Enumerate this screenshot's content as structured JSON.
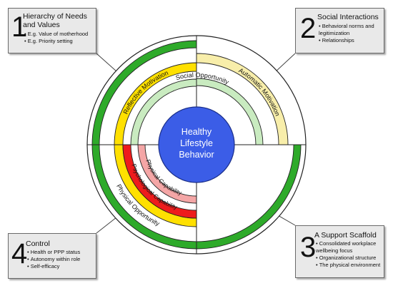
{
  "center": {
    "lines": [
      "Healthy",
      "Lifestyle",
      "Behavior"
    ]
  },
  "ring_labels": {
    "automatic_motivation": "Automatic Motivation",
    "social_opportunity": "Social Opportunity",
    "reflective_motivation": "Reflective Motivation",
    "physical_capability": "Physical Capability",
    "psychological_capability": "Psychological Capability",
    "physical_opportunity": "Physical Opportunity"
  },
  "boxes": {
    "box1": {
      "number": "1",
      "title": "Hierarchy of Needs and Values",
      "items": [
        "E.g. Value of motherhood",
        "E.g. Priority setting"
      ]
    },
    "box2": {
      "number": "2",
      "title": "Social Interactions",
      "items": [
        "Behavioral norms and legitimization",
        "Relationships"
      ]
    },
    "box3": {
      "number": "3",
      "title": "A Support Scaffold",
      "items": [
        "Consolidated workplace wellbeing focus",
        "Organizational structure",
        "The physical environment"
      ]
    },
    "box4": {
      "number": "4",
      "title": "Control",
      "items": [
        "Health or PPP status",
        "Autonomy within role",
        "Self-efficacy"
      ]
    }
  },
  "colors": {
    "center_fill": "#3b5de7",
    "green": "#2eaa2a",
    "light_green": "#c9ebc0",
    "yellow": "#ffe000",
    "light_yellow": "#f8eeaa",
    "red": "#ee1c1c",
    "pink": "#f4a6a6",
    "box_fill": "#e9e9e9"
  }
}
